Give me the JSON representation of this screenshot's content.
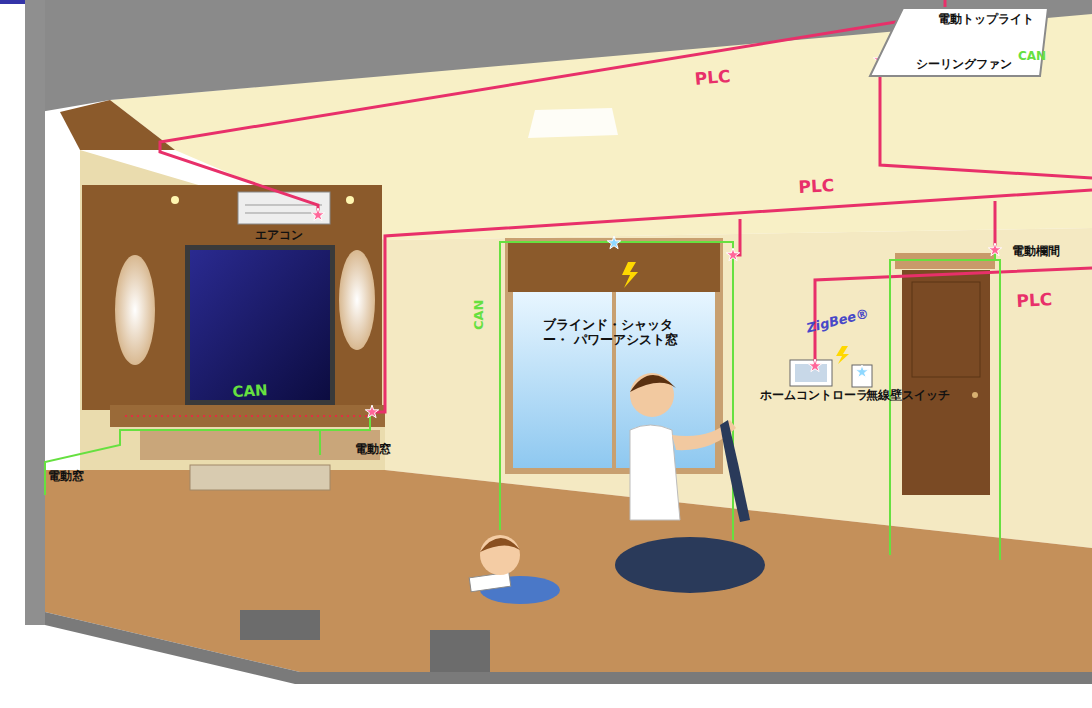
{
  "diagram": {
    "nodes": [
      {
        "text": [
          "電動トップライト",
          "シーリングファン"
        ]
      }
    ],
    "labels": [
      "PLC",
      "PLC",
      "PLC",
      "CAN",
      "エアコン",
      "CAN",
      "CAN",
      "ブラインド・シャッター・ パワーアシスト窓",
      "電動欄間",
      "ZigBee®",
      "ホームコントローラ",
      "無線壁スイッチ",
      "電動窓",
      "電動窓"
    ]
  }
}
